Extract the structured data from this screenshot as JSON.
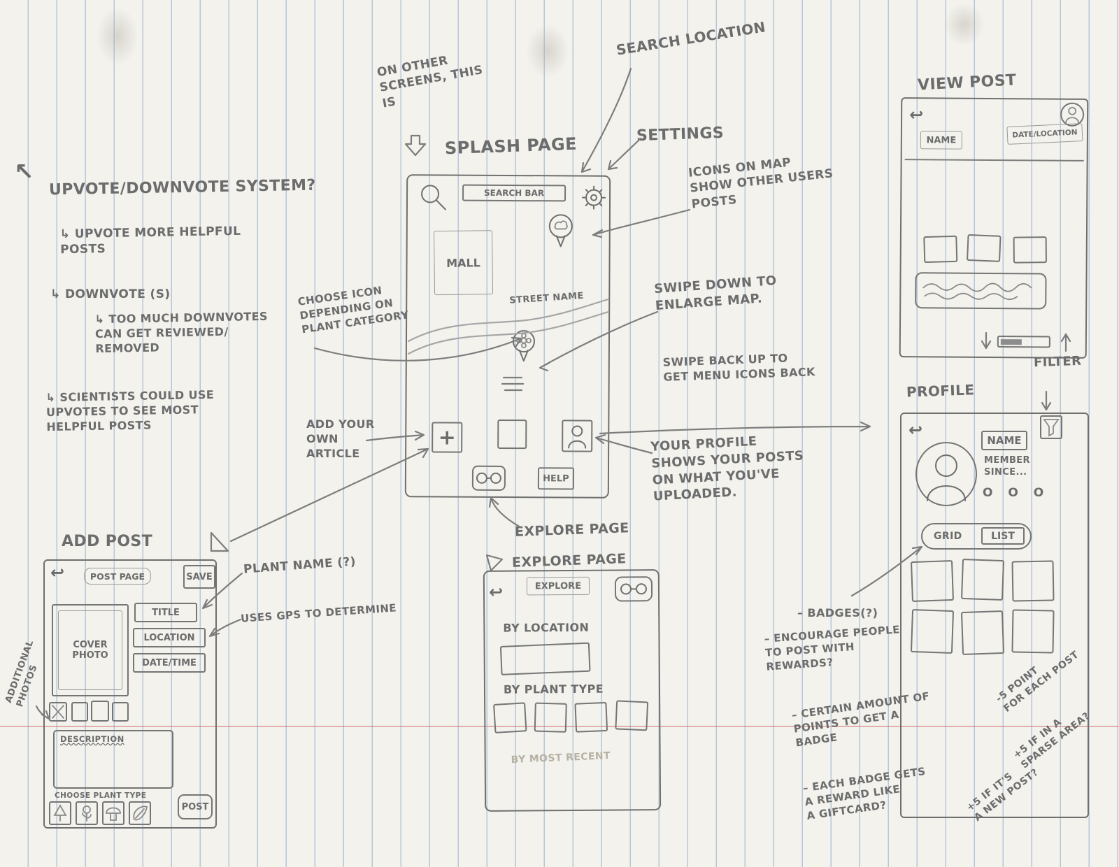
{
  "palette": {
    "pencil": "#6c6c6c",
    "line_blue": "#7d9fc6",
    "margin_red": "#cd7878",
    "paper": "#f3f2ed"
  },
  "icons": {
    "back": "↩",
    "corner_arrow": "↖"
  },
  "notes": {
    "upvote_title": "UPVOTE/DOWNVOTE SYSTEM?",
    "upvote_more": "↳ UPVOTE MORE HELPFUL\nPOSTS",
    "downvote": "↳ DOWNVOTE (S)",
    "too_much": "↳ TOO MUCH DOWNVOTES\nCAN GET REVIEWED/\nREMOVED",
    "scientists": "↳ SCIENTISTS COULD USE\nUPVOTES TO SEE MOST\nHELPFUL POSTS",
    "on_other_screens": "ON OTHER\nSCREENS, THIS\nIS",
    "splash_page": "SPLASH PAGE",
    "search_location": "SEARCH LOCATION",
    "settings": "SETTINGS",
    "icons_on_map": "ICONS ON MAP\nSHOW OTHER USERS\nPOSTS",
    "choose_icon": "CHOOSE ICON\nDEPENDING ON\nPLANT CATEGORY",
    "add_your_own": "ADD YOUR\nOWN\nARTICLE",
    "swipe_down": "SWIPE DOWN TO\nENLARGE MAP.",
    "swipe_back": "SWIPE BACK UP TO\nGET MENU ICONS BACK",
    "your_profile": "YOUR PROFILE\nSHOWS YOUR POSTS\nON WHAT YOU'VE\nUPLOADED.",
    "explore_page_1": "EXPLORE PAGE",
    "explore_page_2": "EXPLORE PAGE",
    "plant_name": "PLANT NAME (?)",
    "uses_gps": "USES GPS TO DETERMINE",
    "add_post": "ADD POST",
    "view_post": "VIEW POST",
    "filter": "FILTER",
    "profile": "PROFILE",
    "badges": "– BADGES(?)",
    "encourage": "– ENCOURAGE PEOPLE\nTO POST WITH\nREWARDS?",
    "certain_amount": "– CERTAIN AMOUNT OF\nPOINTS TO GET A\nBADGE",
    "each_badge": "– EACH BADGE GETS\nA REWARD LIKE\nA GIFTCARD?",
    "minus_five": "-5 POINT\nFOR EACH POST",
    "plus_five_sparse": "+5 IF IN A\nSPARSE AREA?",
    "plus_five_new": "+5 IF IT'S\nA NEW POST?"
  },
  "splash": {
    "search_bar": "SEARCH BAR",
    "mall": "MALL",
    "street_name": "STREET NAME",
    "plus": "+",
    "help": "HELP"
  },
  "add_post": {
    "header": "POST PAGE",
    "save": "SAVE",
    "cover_photo": "COVER\nPHOTO",
    "title": "TITLE",
    "location": "LOCATION",
    "datetime": "DATE/TIME",
    "additional_photos": "ADDITIONAL\nPHOTOS",
    "description": "DESCRIPTION",
    "choose_plant_type": "CHOOSE PLANT TYPE",
    "post": "POST"
  },
  "explore": {
    "header": "EXPLORE",
    "by_location": "BY LOCATION",
    "by_plant_type": "BY PLANT TYPE",
    "by_most_recent": "BY MOST RECENT"
  },
  "view_post": {
    "name": "NAME",
    "date_location": "DATE/LOCATION"
  },
  "profile": {
    "name": "NAME",
    "member_since": "MEMBER\nSINCE...",
    "points": "O O O",
    "grid": "GRID",
    "list": "LIST"
  }
}
